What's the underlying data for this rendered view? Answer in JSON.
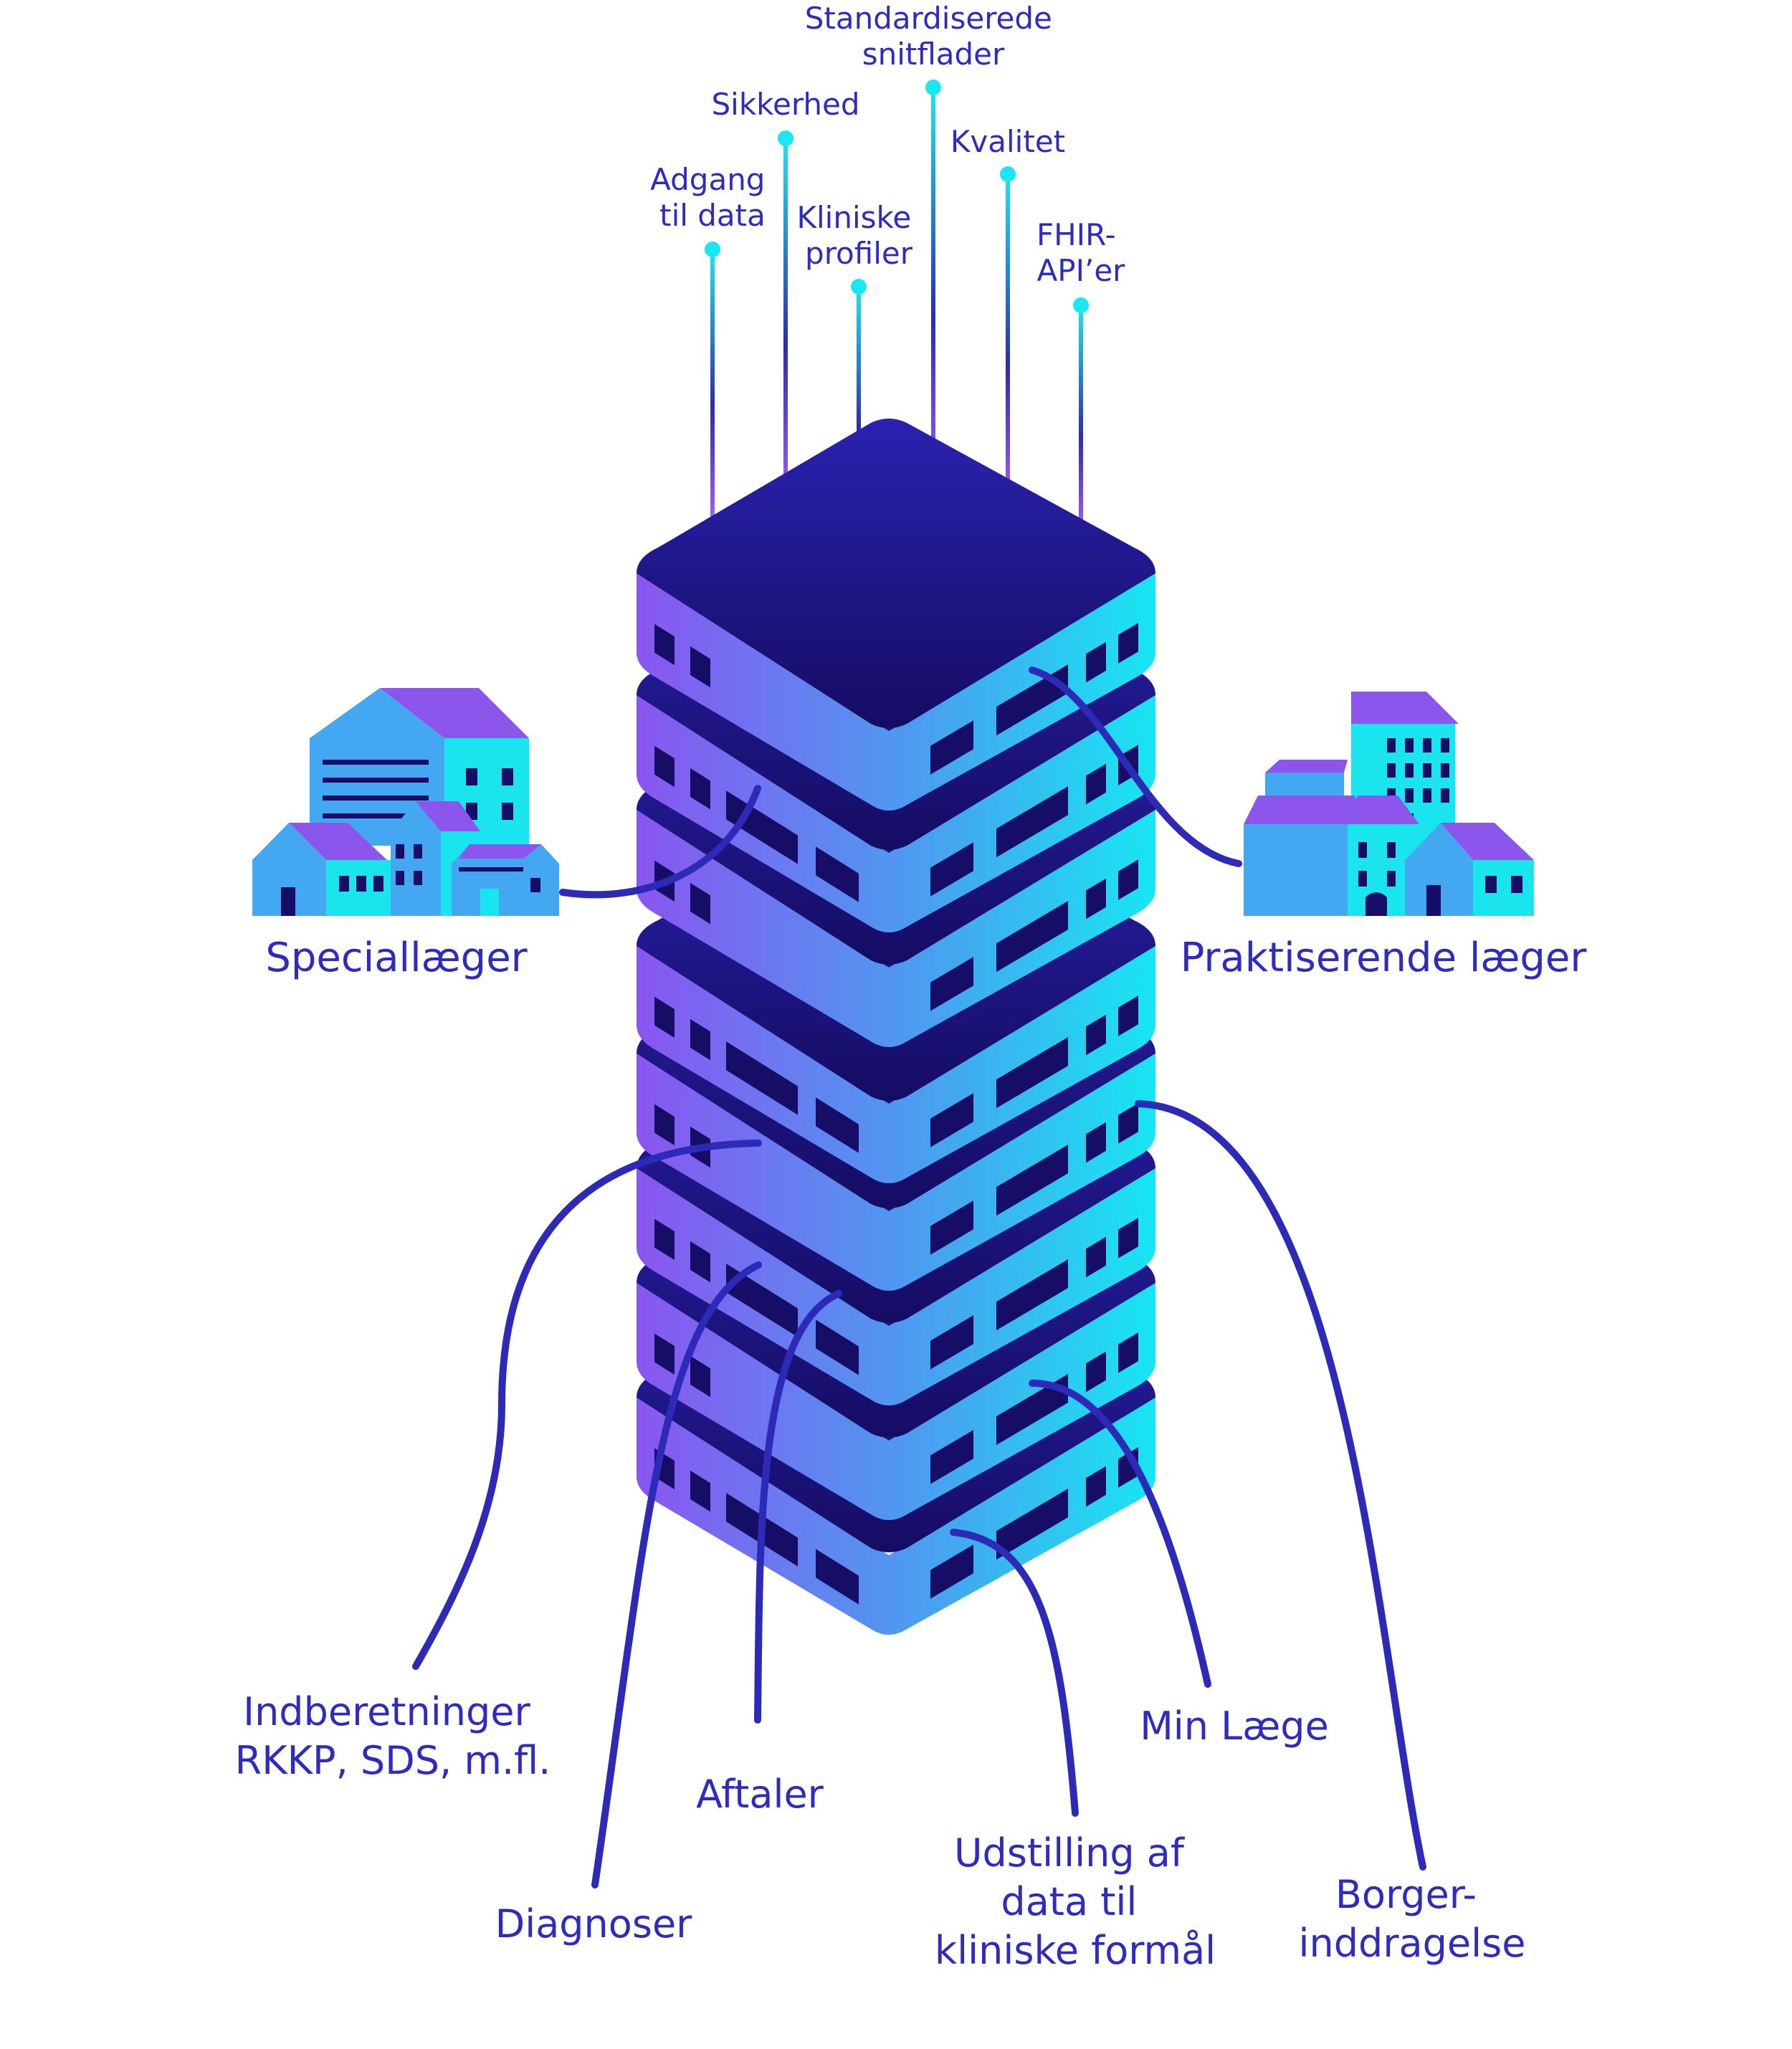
{
  "colors": {
    "label": "#2e2bbf",
    "wire": "#2e2ab8",
    "server_dark": "#160e66",
    "server_purple": "#8a55f0",
    "server_cyan": "#18e6f2",
    "building_blue": "#44a7f2",
    "building_cyan": "#1ae5ee",
    "building_purple": "#8c55ec"
  },
  "top_labels": [
    {
      "id": "adgang",
      "lines": [
        "Adgang",
        "til data"
      ]
    },
    {
      "id": "sikkerhed",
      "lines": [
        "Sikkerhed"
      ]
    },
    {
      "id": "kliniske-profiler",
      "lines": [
        "Kliniske",
        "profiler"
      ]
    },
    {
      "id": "standardiserede",
      "lines": [
        "Standardiserede",
        "snitflader"
      ]
    },
    {
      "id": "kvalitet",
      "lines": [
        "Kvalitet"
      ]
    },
    {
      "id": "fhir",
      "lines": [
        "FHIR-",
        "API’er"
      ]
    }
  ],
  "side_labels": {
    "left": "Speciallæger",
    "right": "Praktiserende læger"
  },
  "bottom_labels": [
    {
      "id": "indberetninger",
      "lines": [
        "Indberetninger",
        "RKKP, SDS, m.fl."
      ]
    },
    {
      "id": "diagnoser",
      "lines": [
        "Diagnoser"
      ]
    },
    {
      "id": "aftaler",
      "lines": [
        "Aftaler"
      ]
    },
    {
      "id": "udstilling",
      "lines": [
        "Udstilling af",
        "data til",
        "kliniske formål"
      ]
    },
    {
      "id": "min-laege",
      "lines": [
        "Min Læge"
      ]
    },
    {
      "id": "borger",
      "lines": [
        "Borger-",
        "inddragelse"
      ]
    }
  ]
}
